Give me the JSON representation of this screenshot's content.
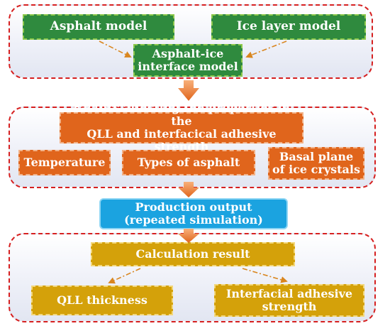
{
  "panel1": {
    "asphalt_model": "Asphalt model",
    "ice_layer_model": "Ice layer model",
    "interface_model": "Asphalt-ice\ninterface model"
  },
  "panel2": {
    "factors_title": "Factors affecting the properties of the\nQLL and interfacical adhesive strength",
    "temperature": "Temperature",
    "types_of_asphalt": "Types of asphalt",
    "basal_plane": "Basal plane\nof ice crystals"
  },
  "production": {
    "label": "Production output\n(repeated simulation)"
  },
  "panel3": {
    "calculation_result": "Calculation result",
    "qll_thickness": "QLL thickness",
    "adhesive_strength": "Interfacial adhesive\nstrength"
  },
  "colors": {
    "panel_border": "#d62020",
    "green": "#2f8a3e",
    "orange": "#e0651c",
    "blue": "#1ba3e0",
    "gold": "#d4a10a"
  }
}
